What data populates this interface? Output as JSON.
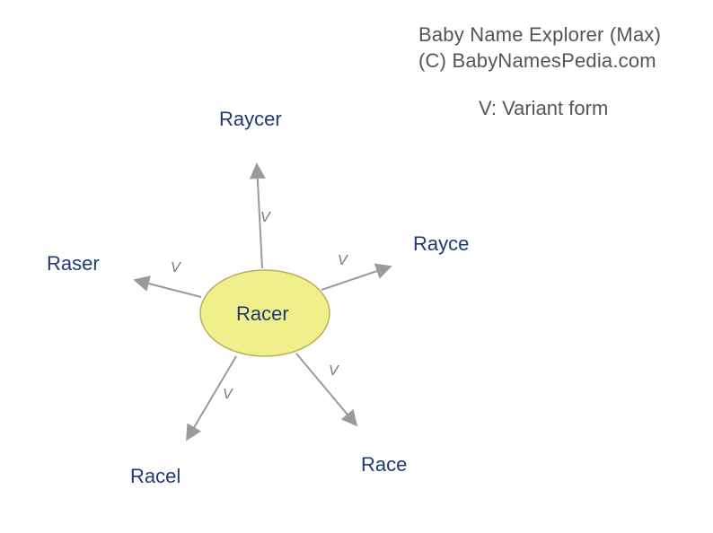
{
  "header": {
    "title": "Baby Name Explorer (Max)",
    "copyright": "(C) BabyNamesPedia.com"
  },
  "legend": {
    "text": "V: Variant form"
  },
  "center": {
    "name": "Racer",
    "fill": "#f1ef8b",
    "stroke": "#b8b05a"
  },
  "nodes": [
    {
      "name": "Raycer",
      "relation": "V"
    },
    {
      "name": "Rayce",
      "relation": "V"
    },
    {
      "name": "Raser",
      "relation": "V"
    },
    {
      "name": "Race",
      "relation": "V"
    },
    {
      "name": "Racel",
      "relation": "V"
    }
  ],
  "colors": {
    "node_text": "#1f3a73",
    "edge": "#9a9a9a",
    "header_text": "#555555"
  }
}
